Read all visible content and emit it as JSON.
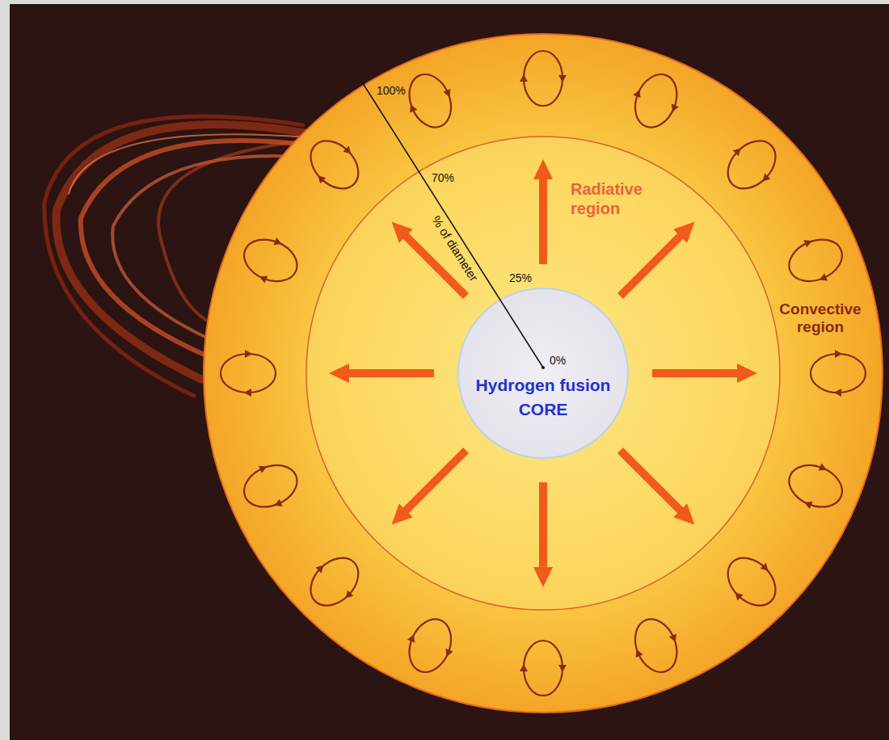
{
  "diagram": {
    "nodes": [
      {
        "text": [
          "Convective region"
        ]
      },
      {
        "text": [
          "Radiative region"
        ],
        "in": 0
      },
      {
        "text": [
          "Hydrogen fusion CORE"
        ],
        "in": 1
      }
    ],
    "labels": [
      "100%",
      "70%",
      "% of diameter",
      "25%",
      "0%"
    ]
  }
}
